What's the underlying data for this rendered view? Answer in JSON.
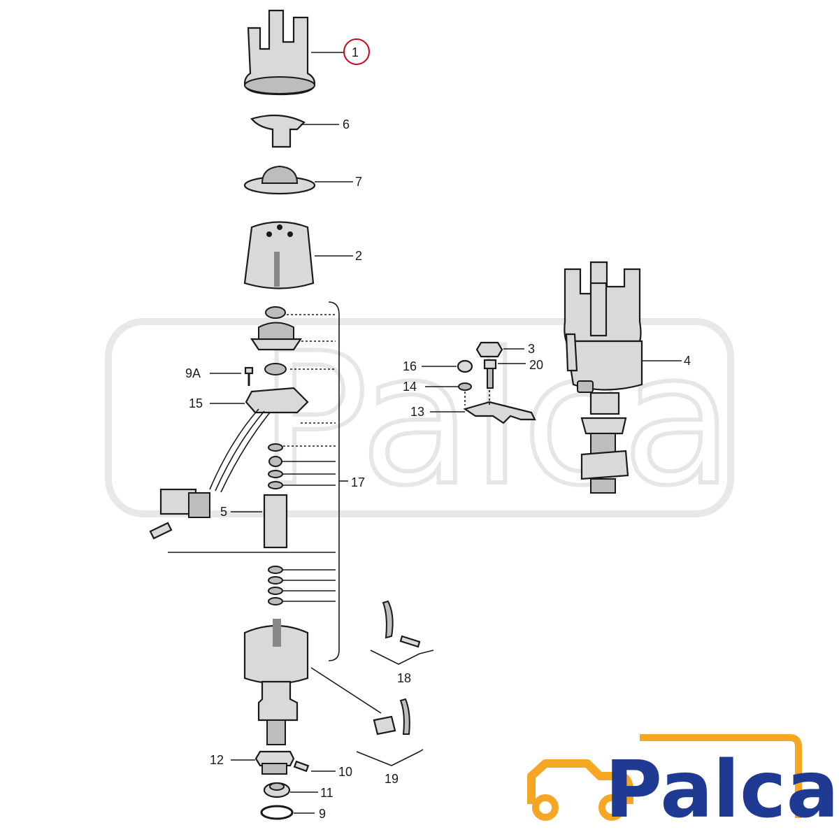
{
  "callouts": {
    "c1": "1",
    "c6": "6",
    "c7": "7",
    "c2": "2",
    "c3": "3",
    "c4": "4",
    "c16": "16",
    "c20": "20",
    "c14": "14",
    "c13": "13",
    "c9a": "9A",
    "c15": "15",
    "c17": "17",
    "c5": "5",
    "c18": "18",
    "c19": "19",
    "c12": "12",
    "c10": "10",
    "c11": "11",
    "c9": "9"
  },
  "brand": {
    "logo_text": "Palca",
    "logo_color": "#1f3a93",
    "accent_color": "#f5a623"
  },
  "highlight_color": "#d0021b"
}
